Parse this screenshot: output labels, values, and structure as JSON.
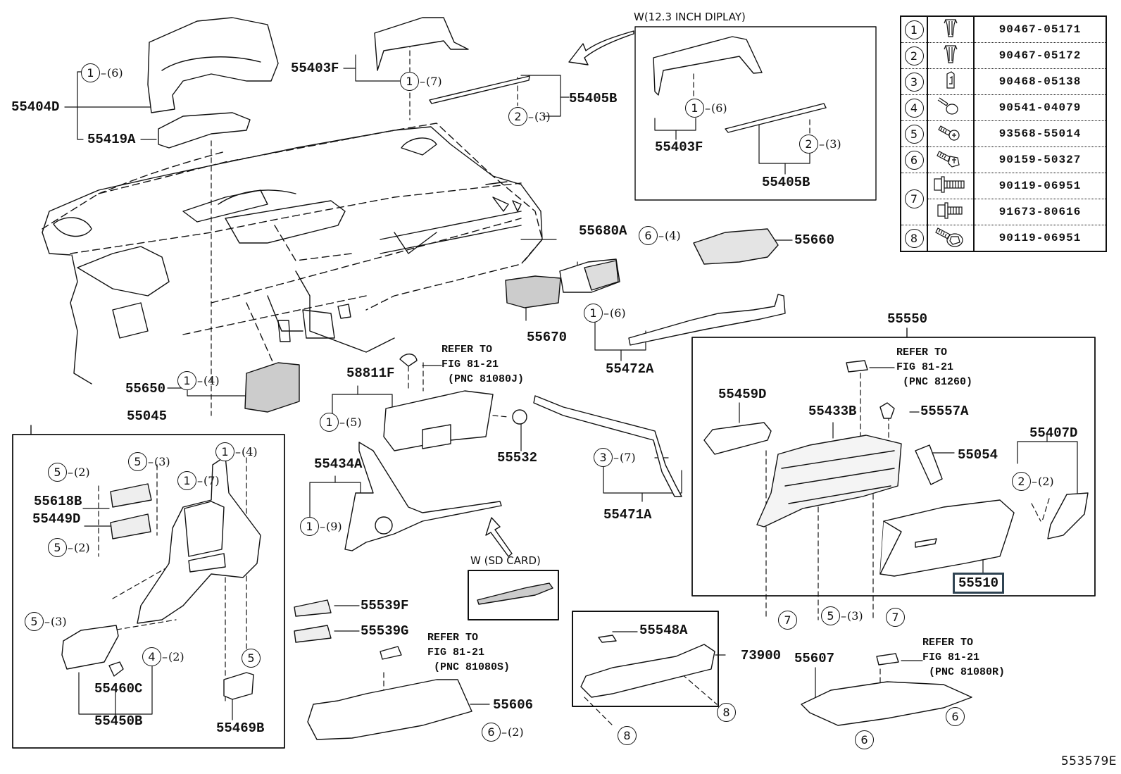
{
  "figure_id": "553579E",
  "insets": {
    "display_variant": "W(12.3 INCH DIPLAY)",
    "sd_card_variant": "W (SD CARD)"
  },
  "part_labels": {
    "p55404D": "55404D",
    "p55419A": "55419A",
    "p55403F": "55403F",
    "p55405B": "55405B",
    "p55403F_w": "55403F",
    "p55405B_w": "55405B",
    "p55680A": "55680A",
    "p55660": "55660",
    "p55670": "55670",
    "p55472A": "55472A",
    "p55650": "55650",
    "p58811F": "58811F",
    "p55532": "55532",
    "p55045": "55045",
    "p55434A": "55434A",
    "p55471A": "55471A",
    "p55618B": "55618B",
    "p55449D": "55449D",
    "p55460C": "55460C",
    "p55450B": "55450B",
    "p55469B": "55469B",
    "p55539F": "55539F",
    "p55539G": "55539G",
    "p55606": "55606",
    "p55548A": "55548A",
    "p73900": "73900",
    "p55607": "55607",
    "p55550": "55550",
    "p55459D": "55459D",
    "p55433B": "55433B",
    "p55557A": "55557A",
    "p55054": "55054",
    "p55407D": "55407D",
    "p55510": "55510"
  },
  "highlighted_part": "55510",
  "refer_notes": {
    "r81080J": "REFER TO\nFIG 81-21\n (PNC 81080J)",
    "r81260": "REFER TO\nFIG 81-21\n (PNC 81260)",
    "r81080S": "REFER TO\nFIG 81-21\n (PNC 81080S)",
    "r81080R": "REFER TO\nFIG 81-21\n (PNC 81080R)"
  },
  "callouts": {
    "c_55404D": {
      "n": "1",
      "q": "(6)"
    },
    "c_55403F": {
      "n": "1",
      "q": "(7)"
    },
    "c_55405B": {
      "n": "2",
      "q": "(3)"
    },
    "c_w_55403F": {
      "n": "1",
      "q": "(6)"
    },
    "c_w_55405B": {
      "n": "2",
      "q": "(3)"
    },
    "c_55660": {
      "n": "6",
      "q": "(4)"
    },
    "c_55472A": {
      "n": "1",
      "q": "(6)"
    },
    "c_55650": {
      "n": "1",
      "q": "(4)"
    },
    "c_58811F": {
      "n": "1",
      "q": "(5)"
    },
    "c_55434A": {
      "n": "1",
      "q": "(9)"
    },
    "c_55471A": {
      "n": "3",
      "q": "(7)"
    },
    "c_55618B_top": {
      "n": "5",
      "q": "(2)"
    },
    "c_55449D_bot": {
      "n": "5",
      "q": "(2)"
    },
    "c_mid_5_3": {
      "n": "5",
      "q": "(3)"
    },
    "c_panel_1_7": {
      "n": "1",
      "q": "(7)"
    },
    "c_panel_1_4": {
      "n": "1",
      "q": "(4)"
    },
    "c_55450B_5_3": {
      "n": "5",
      "q": "(3)"
    },
    "c_55450B_4_2": {
      "n": "4",
      "q": "(2)"
    },
    "c_55469B_5": {
      "n": "5",
      "q": ""
    },
    "c_55606": {
      "n": "6",
      "q": "(2)"
    },
    "c_73900_a": {
      "n": "8",
      "q": ""
    },
    "c_73900_b": {
      "n": "8",
      "q": ""
    },
    "c_glove_7a": {
      "n": "7",
      "q": ""
    },
    "c_glove_5_3": {
      "n": "5",
      "q": "(3)"
    },
    "c_glove_7b": {
      "n": "7",
      "q": ""
    },
    "c_55407D": {
      "n": "2",
      "q": "(2)"
    },
    "c_55607_a": {
      "n": "6",
      "q": ""
    },
    "c_55607_b": {
      "n": "6",
      "q": ""
    }
  },
  "fastener_table": [
    {
      "ref": "1",
      "icon": "clip-icon",
      "part_no": "90467-05171"
    },
    {
      "ref": "2",
      "icon": "clip-icon",
      "part_no": "90467-05172"
    },
    {
      "ref": "3",
      "icon": "nut-clip-icon",
      "part_no": "90468-05138"
    },
    {
      "ref": "4",
      "icon": "pin-icon",
      "part_no": "90541-04079"
    },
    {
      "ref": "5",
      "icon": "screw-icon",
      "part_no": "93568-55014"
    },
    {
      "ref": "6",
      "icon": "screw-icon",
      "part_no": "90159-50327"
    },
    {
      "ref": "7",
      "icon": "bolt-icon",
      "part_no": "90119-06951"
    },
    {
      "ref": "7",
      "icon": "bolt-icon",
      "part_no": "91673-80616"
    },
    {
      "ref": "8",
      "icon": "screw-icon",
      "part_no": "90119-06951"
    }
  ]
}
